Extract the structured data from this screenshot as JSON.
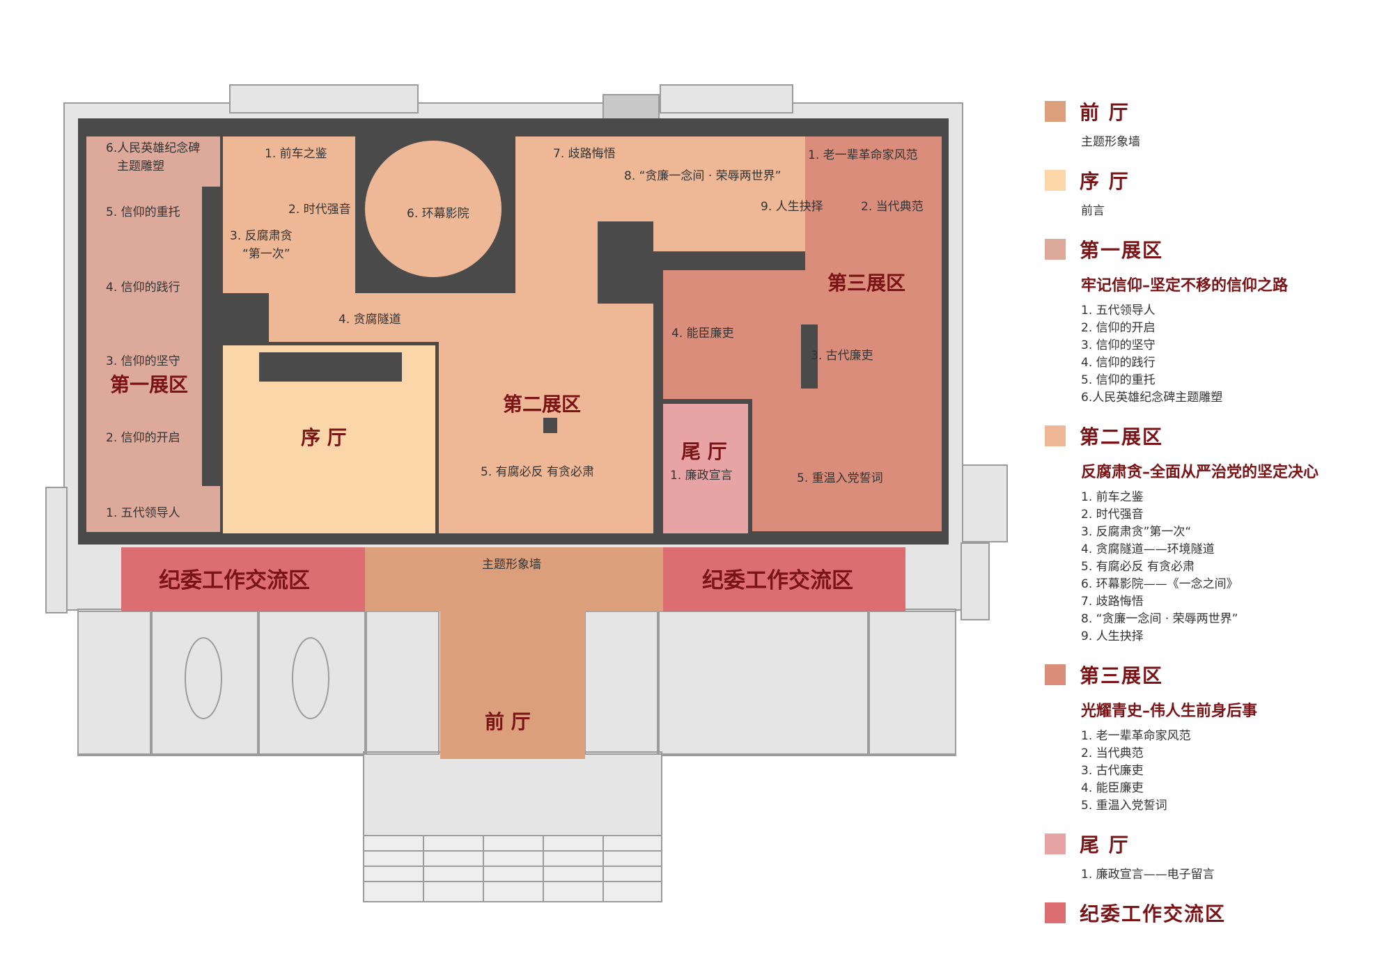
{
  "colors": {
    "qianting": "#db9f7c",
    "xuting": "#fad6a8",
    "zone1": "#dca99a",
    "zone2": "#eeb795",
    "zone3": "#d98d7a",
    "weiting": "#e8a3a4",
    "jiwei": "#dc6e72",
    "wall": "#4a4a4a",
    "annex": "#e5e5e5"
  },
  "plan": {
    "zones": {
      "zone1": "第一展区",
      "zone2": "第二展区",
      "zone3": "第三展区",
      "xuting": "序 厅",
      "weiting": "尾 厅",
      "qianting": "前 厅",
      "jiwei_left": "纪委工作交流区",
      "jiwei_right": "纪委工作交流区"
    },
    "labels": {
      "z1_6a": "6.人民英雄纪念碑",
      "z1_6b": "主题雕塑",
      "z1_5": "5. 信仰的重托",
      "z1_4": "4. 信仰的践行",
      "z1_3": "3. 信仰的坚守",
      "z1_2": "2. 信仰的开启",
      "z1_1": "1. 五代领导人",
      "z2_1": "1. 前车之鉴",
      "z2_2": "2. 时代强音",
      "z2_3a": "3. 反腐肃贪",
      "z2_3b": "“第一次”",
      "z2_4": "4. 贪腐隧道",
      "z2_5": "5. 有腐必反  有贪必肃",
      "z2_6": "6. 环幕影院",
      "z2_7": "7. 歧路悔悟",
      "z2_8": "8. “贪廉一念间 · 荣辱两世界”",
      "z2_9": "9. 人生抉择",
      "z3_1": "1. 老一辈革命家风范",
      "z3_2": "2. 当代典范",
      "z3_3": "3. 古代廉吏",
      "z3_4": "4. 能臣廉吏",
      "z3_5": "5. 重温入党誓词",
      "wt_1": "1. 廉政宣言",
      "wall": "主题形象墙"
    }
  },
  "legend": [
    {
      "key": "qianting",
      "title": "前 厅",
      "subtitle": "",
      "items": [
        "主题形象墙"
      ]
    },
    {
      "key": "xuting",
      "title": "序 厅",
      "subtitle": "",
      "items": [
        "前言"
      ]
    },
    {
      "key": "zone1",
      "title": "第一展区",
      "subtitle": "牢记信仰–坚定不移的信仰之路",
      "items": [
        "1. 五代领导人",
        "2. 信仰的开启",
        "3. 信仰的坚守",
        "4. 信仰的践行",
        "5. 信仰的重托",
        "6.人民英雄纪念碑主题雕塑"
      ]
    },
    {
      "key": "zone2",
      "title": "第二展区",
      "subtitle": "反腐肃贪–全面从严治党的坚定决心",
      "items": [
        "1. 前车之鉴",
        "2. 时代强音",
        "3. 反腐肃贪”第一次“",
        "4. 贪腐隧道——环境隧道",
        "5. 有腐必反  有贪必肃",
        "6. 环幕影院——《一念之间》",
        "7. 歧路悔悟",
        "8. “贪廉一念间 · 荣辱两世界”",
        "9. 人生抉择"
      ]
    },
    {
      "key": "zone3",
      "title": "第三展区",
      "subtitle": "光耀青史–伟人生前身后事",
      "items": [
        "1. 老一辈革命家风范",
        "2. 当代典范",
        "3. 古代廉吏",
        "4. 能臣廉吏",
        "5. 重温入党誓词"
      ]
    },
    {
      "key": "weiting",
      "title": "尾 厅",
      "subtitle": "",
      "items": [
        "1. 廉政宣言——电子留言"
      ]
    },
    {
      "key": "jiwei",
      "title": "纪委工作交流区",
      "subtitle": "",
      "items": []
    }
  ]
}
